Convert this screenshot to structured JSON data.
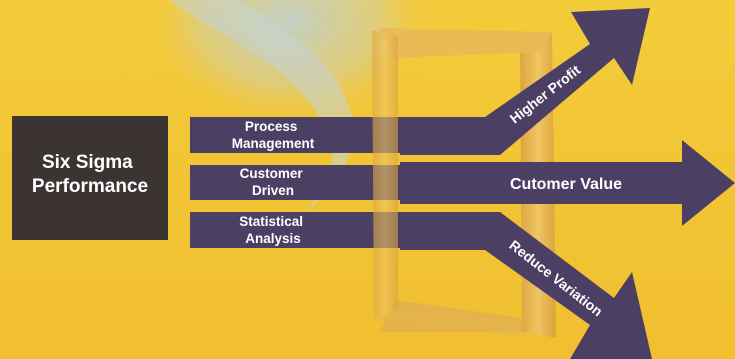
{
  "diagram": {
    "source": {
      "line1": "Six Sigma",
      "line2": "Performance"
    },
    "inputs": [
      {
        "line1": "Process",
        "line2": "Management"
      },
      {
        "line1": "Customer",
        "line2": "Driven"
      },
      {
        "line1": "Statistical",
        "line2": "Analysis"
      }
    ],
    "outputs": {
      "up": "Higher Profit",
      "straight": "Cutomer Value",
      "down": "Reduce Variation"
    },
    "colors": {
      "background": "#f2c535",
      "box": "#3b3433",
      "arrow": "#4b3f63",
      "frame": "#e5b552",
      "text": "#ffffff"
    }
  }
}
